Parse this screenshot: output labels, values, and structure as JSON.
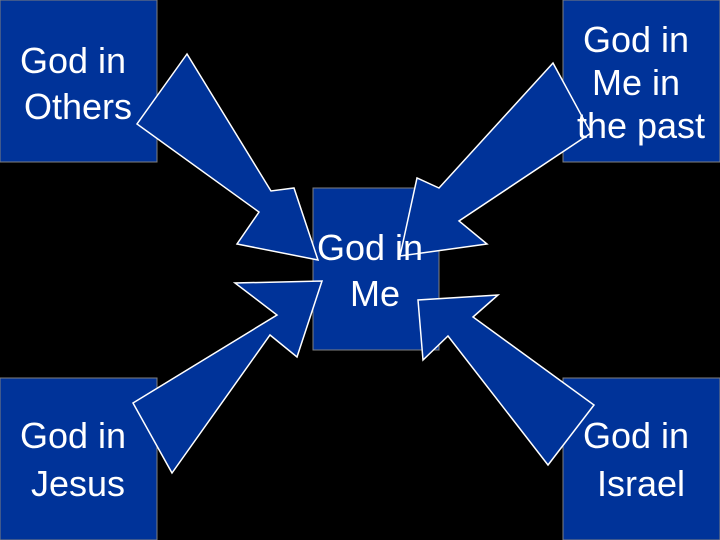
{
  "slide": {
    "background": "#000000",
    "box_fill": "#003399",
    "box_stroke": "#7f7f7f",
    "arrow_fill": "#003399",
    "arrow_stroke": "#ffffff",
    "text_color": "#ffffff",
    "boxes": {
      "center": [
        "God in",
        "Me"
      ],
      "top_left": [
        "God in",
        "Others"
      ],
      "top_right": [
        "God in",
        "Me in",
        "the past"
      ],
      "bottom_left": [
        "God in",
        "Jesus"
      ],
      "bottom_right": [
        "God in",
        "Israel"
      ]
    },
    "arrows": [
      "from top_left to center",
      "from top_right to center",
      "from bottom_left to center",
      "from bottom_right to center"
    ]
  }
}
